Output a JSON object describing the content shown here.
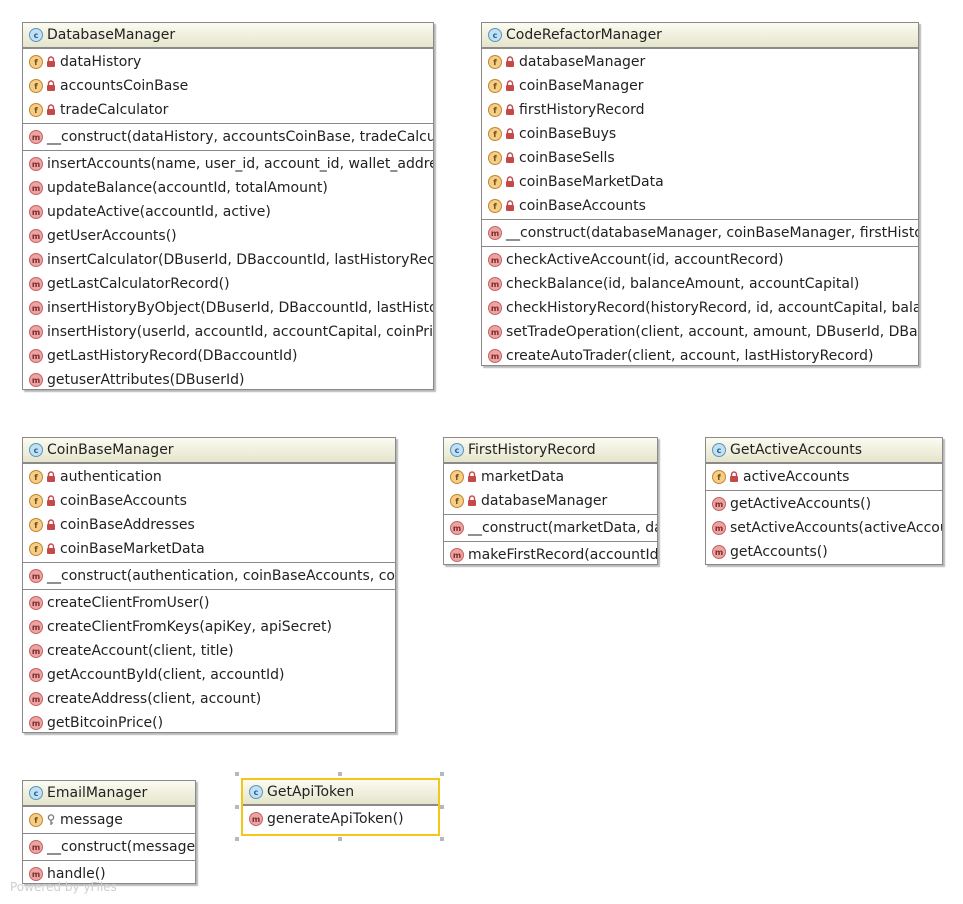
{
  "classes": {
    "database_manager": {
      "name": "DatabaseManager",
      "fields": [
        "dataHistory",
        "accountsCoinBase",
        "tradeCalculator"
      ],
      "constructor": "__construct(dataHistory, accountsCoinBase, tradeCalcu",
      "methods": [
        "insertAccounts(name, user_id, account_id, wallet_addre",
        "updateBalance(accountId, totalAmount)",
        "updateActive(accountId, active)",
        "getUserAccounts()",
        "insertCalculator(DBuserId, DBaccountId, lastHistoryReco",
        "getLastCalculatorRecord()",
        "insertHistoryByObject(DBuserId, DBaccountId, lastHisto",
        "insertHistory(userId, accountId, accountCapital, coinPric",
        "getLastHistoryRecord(DBaccountId)",
        "getuserAttributes(DBuserId)"
      ]
    },
    "code_refactor_manager": {
      "name": "CodeRefactorManager",
      "fields": [
        "databaseManager",
        "coinBaseManager",
        "firstHistoryRecord",
        "coinBaseBuys",
        "coinBaseSells",
        "coinBaseMarketData",
        "coinBaseAccounts"
      ],
      "constructor": "__construct(databaseManager, coinBaseManager, firstHisto",
      "methods": [
        "checkActiveAccount(id, accountRecord)",
        "checkBalance(id, balanceAmount, accountCapital)",
        "checkHistoryRecord(historyRecord, id, accountCapital, balar",
        "setTradeOperation(client, account, amount, DBuserId, DBac",
        "createAutoTrader(client, account, lastHistoryRecord)"
      ]
    },
    "coin_base_manager": {
      "name": "CoinBaseManager",
      "fields": [
        "authentication",
        "coinBaseAccounts",
        "coinBaseAddresses",
        "coinBaseMarketData"
      ],
      "constructor": "__construct(authentication, coinBaseAccounts, co",
      "methods": [
        "createClientFromUser()",
        "createClientFromKeys(apiKey, apiSecret)",
        "createAccount(client, title)",
        "getAccountById(client, accountId)",
        "createAddress(client, account)",
        "getBitcoinPrice()"
      ]
    },
    "first_history_record": {
      "name": "FirstHistoryRecord",
      "fields": [
        "marketData",
        "databaseManager"
      ],
      "constructor": "__construct(marketData, da",
      "methods": [
        "makeFirstRecord(accountId"
      ]
    },
    "get_active_accounts": {
      "name": "GetActiveAccounts",
      "fields": [
        "activeAccounts"
      ],
      "methods": [
        "getActiveAccounts()",
        "setActiveAccounts(activeAccou",
        "getAccounts()"
      ]
    },
    "email_manager": {
      "name": "EmailManager",
      "fields": [
        "message"
      ],
      "constructor": "__construct(message",
      "methods": [
        "handle()"
      ]
    },
    "get_api_token": {
      "name": "GetApiToken",
      "methods": [
        "generateApiToken()"
      ]
    }
  },
  "icons": {
    "class_letter": "c",
    "field_letter": "f",
    "method_letter": "m"
  },
  "watermark": "Powered by yFiles",
  "colors": {
    "header_top": "#fbfbf1",
    "header_bottom": "#e5e5cc",
    "border": "#8a8a8a",
    "selection": "#f5c518",
    "class_icon": "#bfe0f5",
    "field_icon": "#f5cd86",
    "method_icon": "#eea3a3",
    "lock_icon": "#c44a4a"
  }
}
